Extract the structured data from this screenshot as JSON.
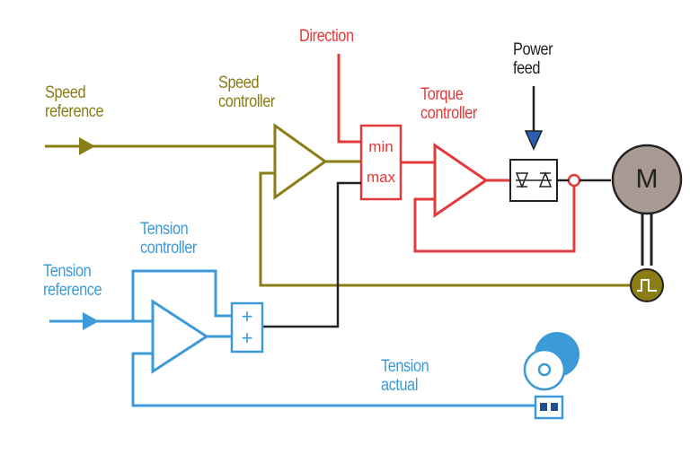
{
  "labels": {
    "speed_reference": "Speed\nreference",
    "speed_controller": "Speed\ncontroller",
    "direction": "Direction",
    "torque_controller": "Torque\ncontroller",
    "power_feed": "Power\nfeed",
    "tension_controller": "Tension\ncontroller",
    "tension_reference": "Tension\nreference",
    "tension_actual": "Tension\nactual"
  },
  "blocks": {
    "min_label": "min",
    "max_label": "max",
    "motor_label": "M",
    "sum_plus_top": "+",
    "sum_plus_bottom": "+"
  },
  "colors": {
    "speed": "#8a7d16",
    "torque": "#e23a3a",
    "tension": "#3d9ad8",
    "signal": "#222222",
    "motor_fill": "#a99a94",
    "encoder_fill": "#8a7d16"
  }
}
